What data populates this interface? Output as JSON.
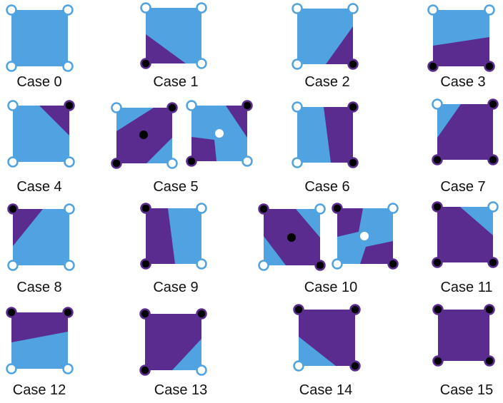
{
  "colors": {
    "light": "#50A3E0",
    "dark": "#5B2C8F",
    "corner_outline_light": "#50A3E0",
    "corner_outline_dark": "#5B2C8F",
    "corner_fill_empty": "#ffffff",
    "corner_fill_full": "#000000",
    "center_dot_black": "#000000",
    "center_dot_white": "#ffffff",
    "label": "#111111"
  },
  "cases": [
    {
      "label": "Case 0"
    },
    {
      "label": "Case 1"
    },
    {
      "label": "Case 2"
    },
    {
      "label": "Case 3"
    },
    {
      "label": "Case 4"
    },
    {
      "label": "Case 5"
    },
    {
      "label": "Case 6"
    },
    {
      "label": "Case 7"
    },
    {
      "label": "Case 8"
    },
    {
      "label": "Case 9"
    },
    {
      "label": "Case 10"
    },
    {
      "label": "Case 11"
    },
    {
      "label": "Case 12"
    },
    {
      "label": "Case 13"
    },
    {
      "label": "Case 14"
    },
    {
      "label": "Case 15"
    }
  ]
}
